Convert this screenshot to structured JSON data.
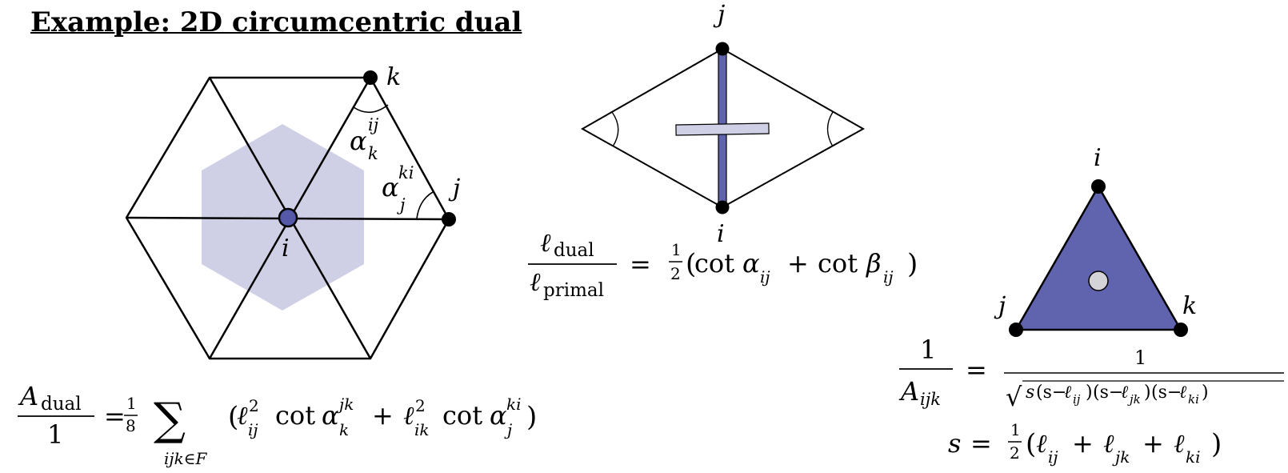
{
  "slide": {
    "title": "Example: 2D circumcentric dual"
  },
  "colors": {
    "stroke": "#000000",
    "dual_fill": "#cfd0e6",
    "primal_fill": "#6063ad",
    "vertex_fill": "#000000",
    "center_fill": "#5558a8",
    "dual_point_fill": "#d3d3d8"
  },
  "hexagon_diagram": {
    "labels": {
      "k": "k",
      "j": "j",
      "i": "i"
    },
    "angle_k": {
      "base": "α",
      "sub": "k",
      "sup": "ij"
    },
    "angle_j": {
      "base": "α",
      "sub": "j",
      "sup": "ki"
    }
  },
  "diamond_diagram": {
    "labels": {
      "j": "j",
      "i": "i"
    }
  },
  "triangle_diagram": {
    "labels": {
      "i": "i",
      "j": "j",
      "k": "k"
    }
  },
  "formula_area": {
    "lhs_num": {
      "base": "A",
      "sub": "dual"
    },
    "lhs_den": "1",
    "eq": "=",
    "coef_num": "1",
    "coef_den": "8",
    "sum": "∑",
    "sum_sub": "ijk∈F",
    "open": "(",
    "l1": {
      "base": "ℓ",
      "sup": "2",
      "sub": "ij"
    },
    "cot1": "cot",
    "a1": {
      "base": "α",
      "sup": "jk",
      "sub": "k"
    },
    "plus": "+",
    "l2": {
      "base": "ℓ",
      "sup": "2",
      "sub": "ik"
    },
    "cot2": "cot",
    "a2": {
      "base": "α",
      "sup": "ki",
      "sub": "j"
    },
    "close": ")"
  },
  "formula_ratio": {
    "num": {
      "base": "ℓ",
      "sub": "dual"
    },
    "den": {
      "base": "ℓ",
      "sub": "primal"
    },
    "eq": "=",
    "coef_num": "1",
    "coef_den": "2",
    "open": "(",
    "cot1": "cot",
    "t1": {
      "base": "α",
      "sub": "ij"
    },
    "plus": "+",
    "cot2": "cot",
    "t2": {
      "base": "β",
      "sub": "ij"
    },
    "close": ")"
  },
  "formula_heron": {
    "lhs_num": "1",
    "lhs_den": {
      "base": "A",
      "sub": "ijk"
    },
    "eq": "=",
    "rhs_num": "1",
    "sqrt": "√",
    "radicand": {
      "s": "s",
      "p1": {
        "pre": "(s−",
        "base": "ℓ",
        "sub": "ij",
        "post": ")"
      },
      "p2": {
        "pre": "(s−",
        "base": "ℓ",
        "sub": "jk",
        "post": ")"
      },
      "p3": {
        "pre": "(s−",
        "base": "ℓ",
        "sub": "ki",
        "post": ")"
      }
    }
  },
  "formula_s": {
    "s": "s",
    "eq": "=",
    "coef_num": "1",
    "coef_den": "2",
    "open": "(",
    "t1": {
      "base": "ℓ",
      "sub": "ij"
    },
    "plus1": "+",
    "t2": {
      "base": "ℓ",
      "sub": "jk"
    },
    "plus2": "+",
    "t3": {
      "base": "ℓ",
      "sub": "ki"
    },
    "close": ")"
  }
}
